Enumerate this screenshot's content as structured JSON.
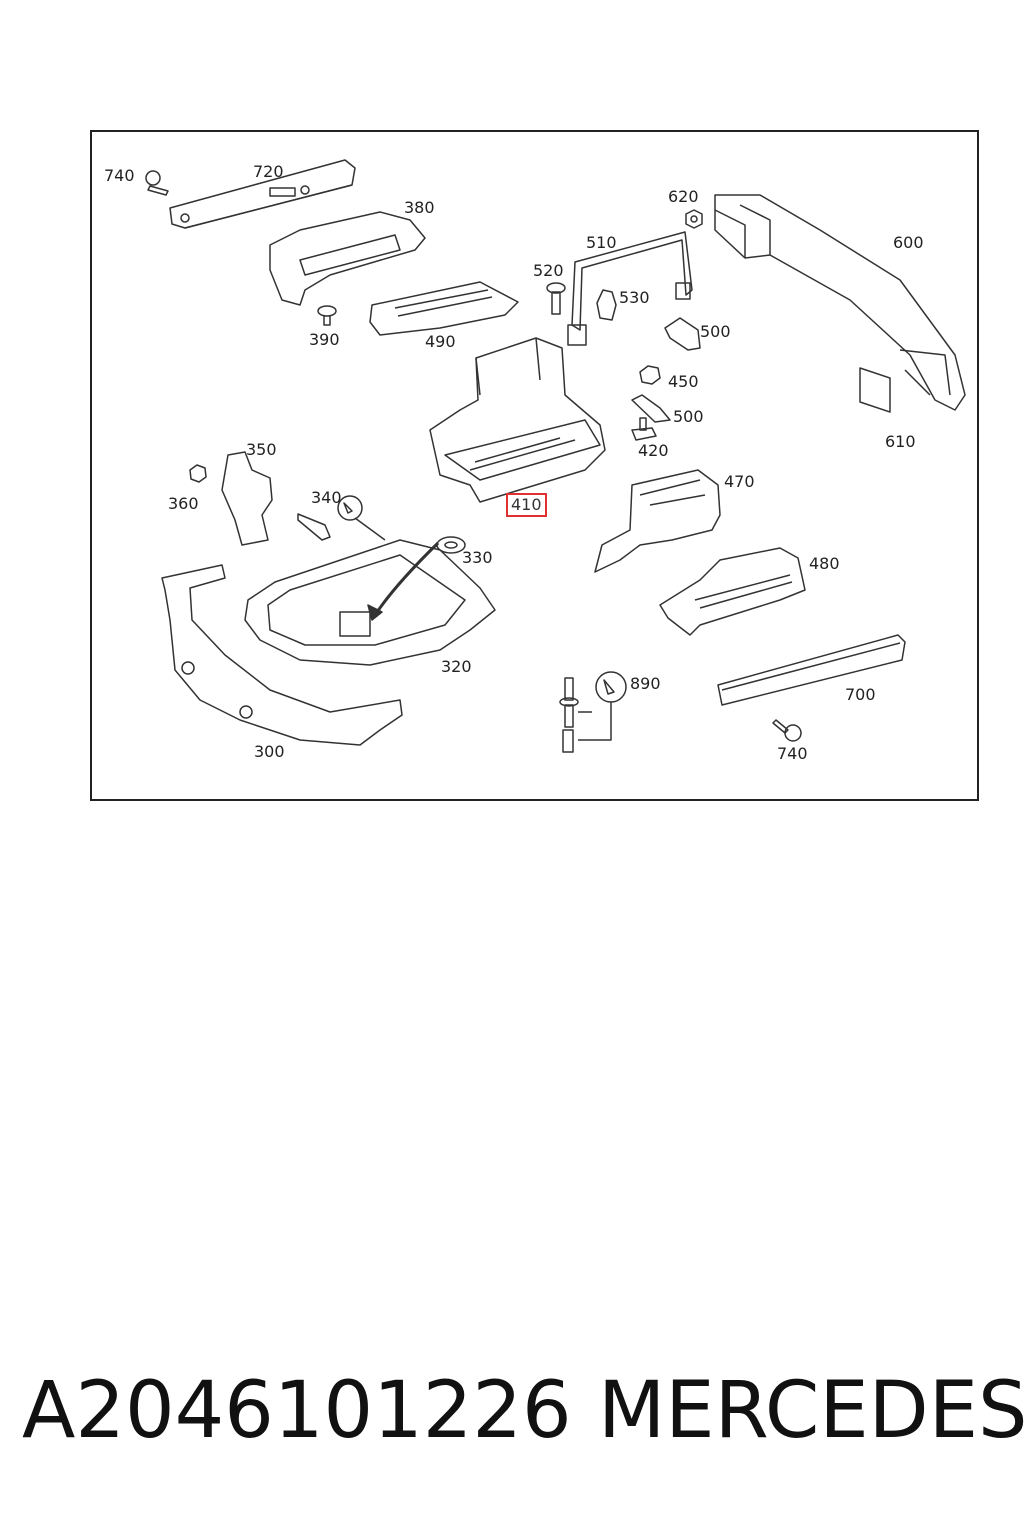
{
  "diagram": {
    "callouts": [
      {
        "id": "740a",
        "text": "740"
      },
      {
        "id": "720",
        "text": "720"
      },
      {
        "id": "380",
        "text": "380"
      },
      {
        "id": "390",
        "text": "390"
      },
      {
        "id": "490",
        "text": "490"
      },
      {
        "id": "520",
        "text": "520"
      },
      {
        "id": "510",
        "text": "510"
      },
      {
        "id": "530",
        "text": "530"
      },
      {
        "id": "620",
        "text": "620"
      },
      {
        "id": "600",
        "text": "600"
      },
      {
        "id": "500a",
        "text": "500"
      },
      {
        "id": "450",
        "text": "450"
      },
      {
        "id": "500b",
        "text": "500"
      },
      {
        "id": "420",
        "text": "420"
      },
      {
        "id": "610",
        "text": "610"
      },
      {
        "id": "350",
        "text": "350"
      },
      {
        "id": "360",
        "text": "360"
      },
      {
        "id": "340",
        "text": "340"
      },
      {
        "id": "410",
        "text": "410",
        "highlighted": true
      },
      {
        "id": "330",
        "text": "330"
      },
      {
        "id": "470",
        "text": "470"
      },
      {
        "id": "480",
        "text": "480"
      },
      {
        "id": "320",
        "text": "320"
      },
      {
        "id": "300",
        "text": "300"
      },
      {
        "id": "890",
        "text": "890"
      },
      {
        "id": "700",
        "text": "700"
      },
      {
        "id": "740b",
        "text": "740"
      }
    ],
    "highlight_color": "#e03030"
  },
  "footer": {
    "part_number": "A2046101226",
    "brand": "MERCEDES"
  }
}
